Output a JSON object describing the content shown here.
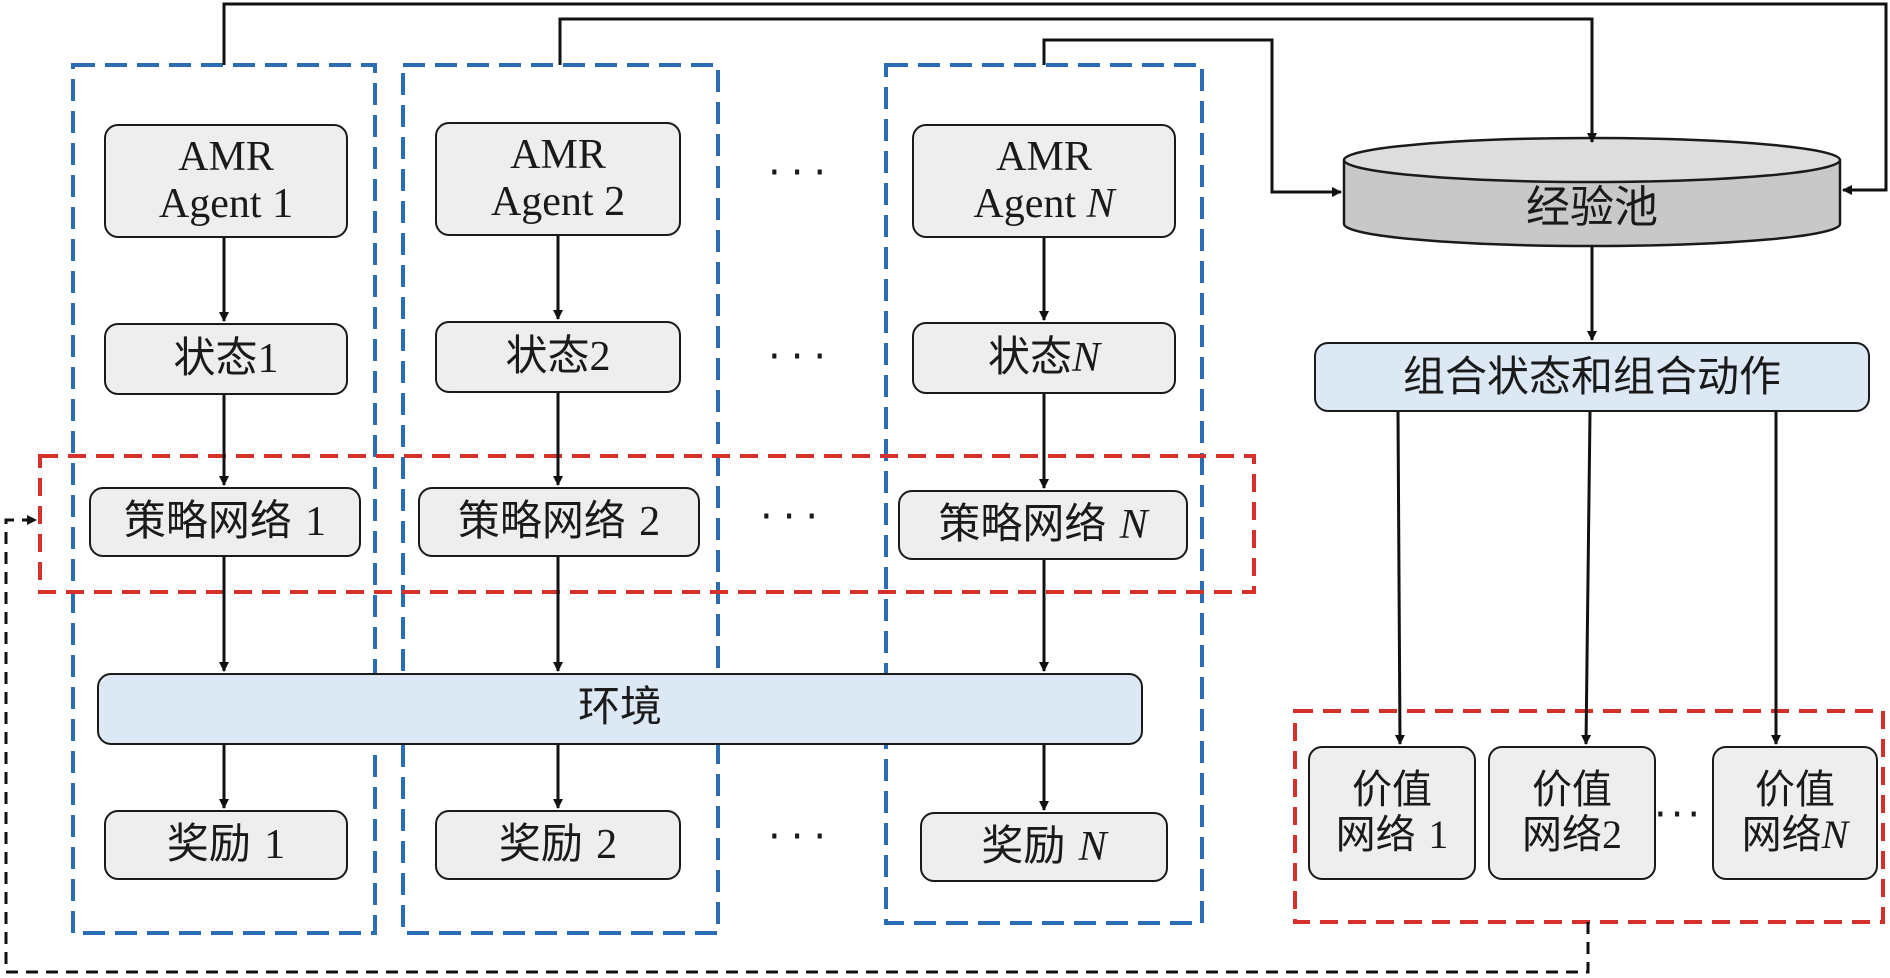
{
  "diagram": {
    "agents": [
      {
        "line1": "AMR",
        "line2_prefix": "Agent ",
        "line2_index": "1",
        "state_prefix": "状态",
        "state_index": "1",
        "policy_prefix": "策略网络 ",
        "policy_index": "1",
        "reward_prefix": "奖励 ",
        "reward_index": "1"
      },
      {
        "line1": "AMR",
        "line2_prefix": "Agent ",
        "line2_index": "2",
        "state_prefix": "状态",
        "state_index": "2",
        "policy_prefix": "策略网络 ",
        "policy_index": "2",
        "reward_prefix": "奖励 ",
        "reward_index": "2"
      },
      {
        "line1": "AMR",
        "line2_prefix": "Agent ",
        "line2_index": "N",
        "state_prefix": "状态",
        "state_index": "N",
        "policy_prefix": "策略网络 ",
        "policy_index": "N",
        "reward_prefix": "奖励 ",
        "reward_index": "N"
      }
    ],
    "environment": "环境",
    "experience_pool": "经验池",
    "joint_state_action": "组合状态和组合动作",
    "value_networks": [
      {
        "line1": "价值",
        "line2_prefix": "网络 ",
        "line2_index": "1"
      },
      {
        "line1": "价值",
        "line2_prefix": "网络",
        "line2_index": "2"
      },
      {
        "line1": "价值",
        "line2_prefix": "网络",
        "line2_index": "N"
      }
    ],
    "ellipsis": "···"
  }
}
